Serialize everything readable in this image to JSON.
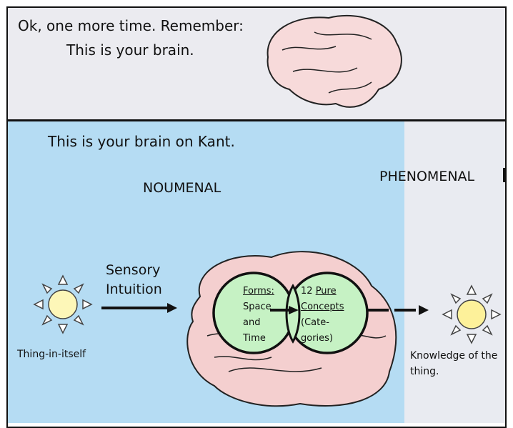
{
  "panel1": {
    "line1": "Ok, one more time. Remember:",
    "line2": "This is your brain."
  },
  "panel2": {
    "title": "This is your brain on Kant.",
    "noumenal": "NOUMENAL",
    "phenomenal": "PHENOMENAL",
    "sensory": "Sensory",
    "intuition": "Intuition",
    "thing": "Thing-in-itself",
    "knowledge1": "Knowledge of the",
    "knowledge2": "thing.",
    "forms": {
      "title": "Forms:",
      "l1": "Space",
      "l2": "and",
      "l3": "Time"
    },
    "concepts": {
      "title_num": "12",
      "title": "Pure",
      "l1": "Concepts",
      "l2": "(Cate-",
      "l3": "gories)"
    }
  },
  "colors": {
    "noumenal_bg": "#b5dcf3",
    "phenomenal_bg": "#e9ebf1",
    "brain": "#f4cfcf",
    "circle": "#c6f2c4",
    "sun": "#fdf7b8"
  }
}
